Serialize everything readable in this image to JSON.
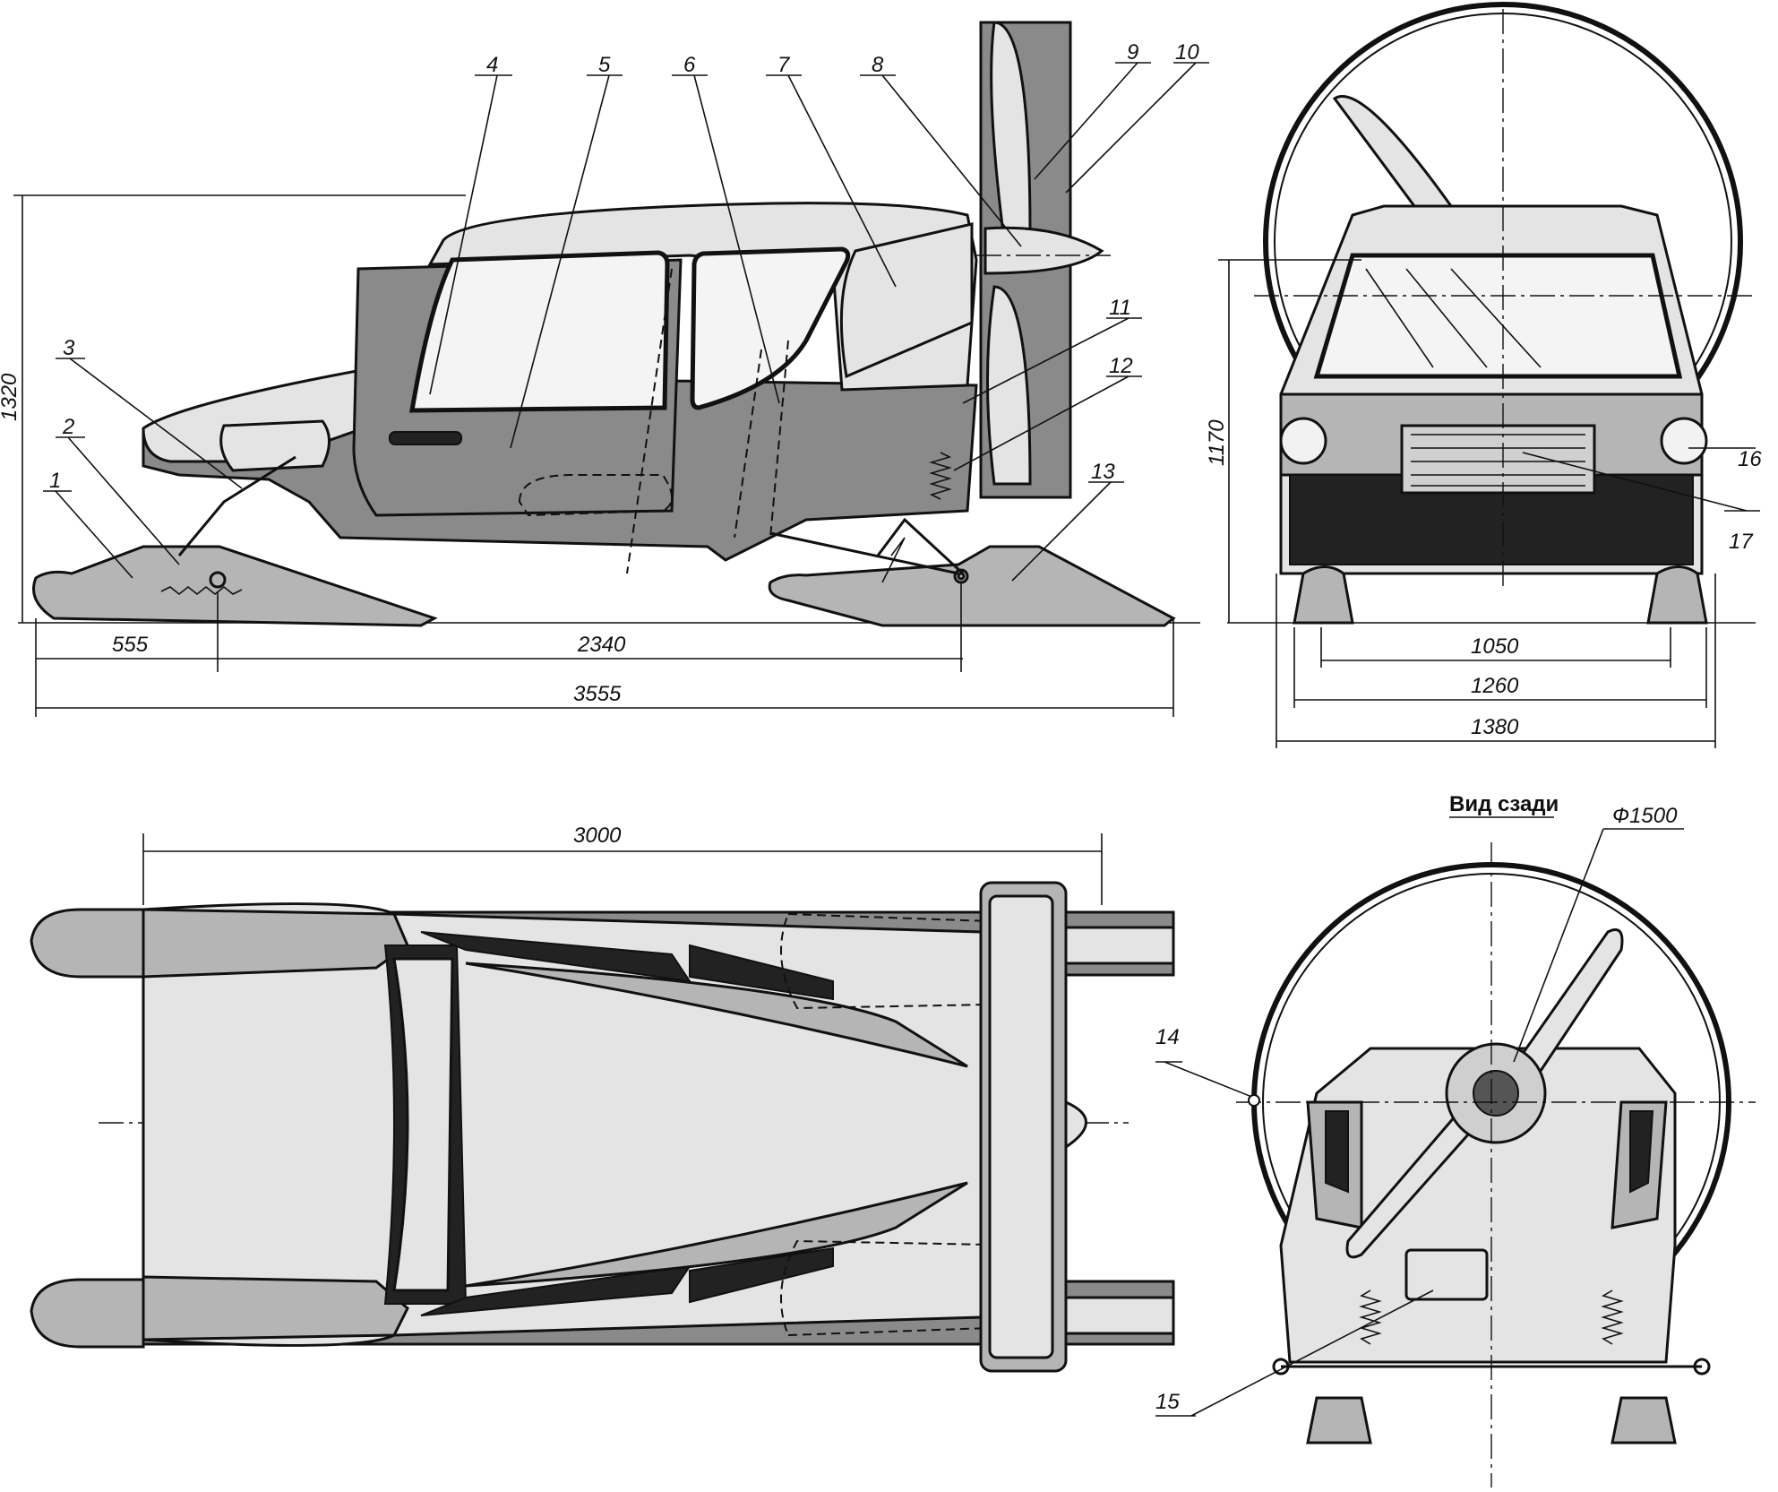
{
  "drawing": {
    "part_numbers": [
      "1",
      "2",
      "3",
      "4",
      "5",
      "6",
      "7",
      "8",
      "9",
      "10",
      "11",
      "12",
      "13",
      "14",
      "15",
      "16",
      "17"
    ],
    "dimensions": {
      "side_height": "1320",
      "side_front_overhang": "555",
      "side_wheelbase": "2340",
      "side_length": "3555",
      "front_height": "1170",
      "front_track_inner": "1050",
      "front_track": "1260",
      "front_width": "1380",
      "top_length": "3000",
      "rear_diameter": "Ф1500"
    },
    "rear_view_title": "Вид сзади"
  }
}
